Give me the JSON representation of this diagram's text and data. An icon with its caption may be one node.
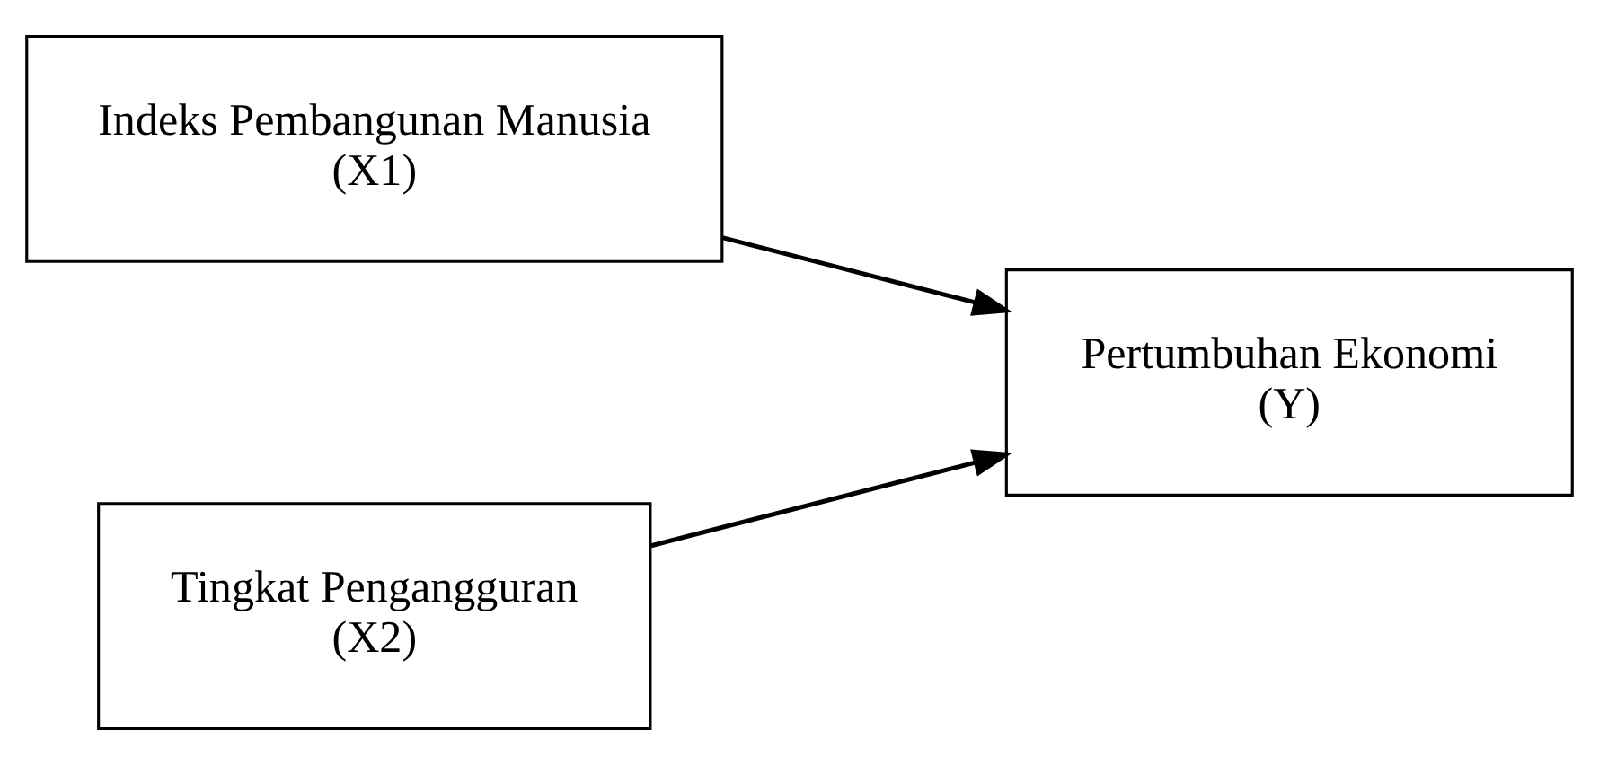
{
  "diagram": {
    "nodes": [
      {
        "text": [
          "Indeks Pembangunan Manusia",
          "(X1)"
        ]
      },
      {
        "text": [
          "Tingkat Pengangguran",
          "(X2)"
        ]
      },
      {
        "text": [
          "Pertumbuhan Ekonomi",
          "(Y)"
        ]
      }
    ],
    "edges": [
      {
        "from": 0,
        "to": 2,
        "arrow": "to"
      },
      {
        "from": 1,
        "to": 2,
        "arrow": "to"
      }
    ]
  }
}
